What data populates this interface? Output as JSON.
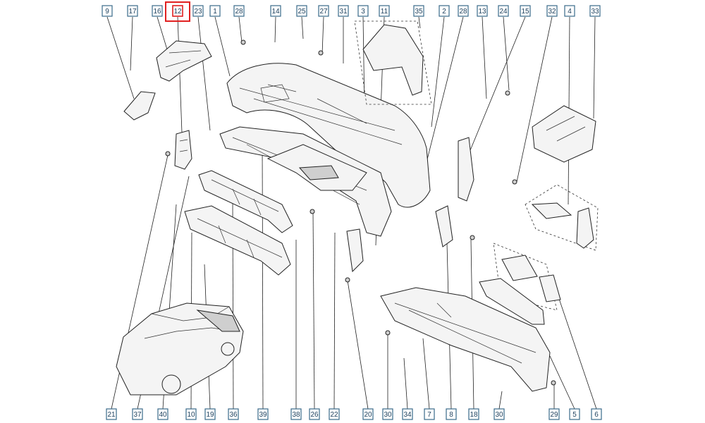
{
  "highlight": "#e02020",
  "selected_label": "12",
  "top_labels": [
    "9",
    "17",
    "16",
    "12",
    "23",
    "1",
    "28",
    "14",
    "25",
    "27",
    "31",
    "3",
    "11",
    "35",
    "2",
    "28",
    "13",
    "24",
    "15",
    "32",
    "4",
    "33"
  ],
  "bottom_labels": [
    "21",
    "37",
    "40",
    "10",
    "19",
    "36",
    "39",
    "38",
    "26",
    "22",
    "20",
    "30",
    "34",
    "7",
    "8",
    "18",
    "30",
    "29",
    "5",
    "6"
  ]
}
